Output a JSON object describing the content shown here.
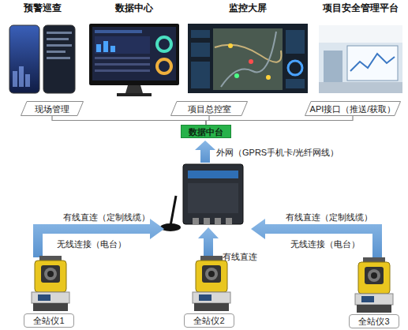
{
  "diagram": {
    "nodes": [
      {
        "text": [
          "预警巡查"
        ]
      },
      {
        "text": [
          "数据中心"
        ]
      },
      {
        "text": [
          "监控大屏"
        ]
      },
      {
        "text": [
          "项目安全管理平台"
        ]
      },
      {
        "text": [
          "现场管理"
        ]
      },
      {
        "text": [
          "项目总控室"
        ]
      },
      {
        "text": [
          "API接口（推送/获取）"
        ]
      },
      {
        "text": [
          "数据中台"
        ]
      },
      {
        "text": [
          "全站仪1"
        ]
      },
      {
        "text": [
          "全站仪2"
        ]
      },
      {
        "text": [
          "全站仪3"
        ]
      }
    ],
    "edges": [
      {
        "from": 7,
        "to": 4,
        "arrow": "none"
      },
      {
        "from": 7,
        "to": 5,
        "arrow": "none"
      },
      {
        "from": 7,
        "to": 6,
        "arrow": "none"
      }
    ],
    "labels": [
      "外网（GPRS手机卡/光纤网线）",
      "有线直连（定制线缆）",
      "无线连接（电台）",
      "有线直连（定制线缆）",
      "无线连接（电台）",
      "有线直连"
    ]
  }
}
